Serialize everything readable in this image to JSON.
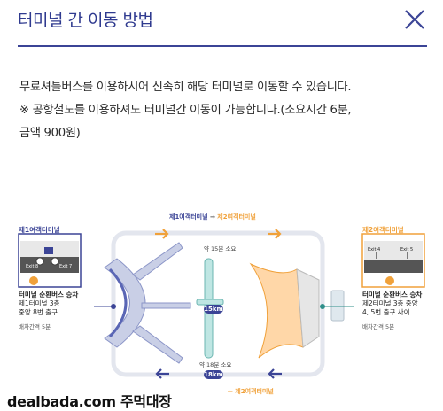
{
  "header": {
    "title": "터미널 간 이동 방법",
    "close_icon": "close-icon"
  },
  "description": {
    "line1": "무료셔틀버스를 이용하시어 신속히 해당 터미널로 이동할 수 있습니다.",
    "line2": "※ 공항철도를 이용하셔도 터미널간 이동이 가능합니다.(소요시간 6분,",
    "line3": "금액 900원)"
  },
  "diagram": {
    "route_top": {
      "from": "제1여객터미널",
      "arrow": "→",
      "to": "제2여객터미널",
      "duration": "약 15분 소요",
      "distance": "15km"
    },
    "route_bottom": {
      "duration": "약 18분 소요",
      "distance": "18km",
      "label": "← 제2여객터미널"
    },
    "t1_panel": {
      "title": "제1여객터미널",
      "exit_a": "Exit 8",
      "exit_b": "Exit 7",
      "bus_heading": "터미널 순환버스 승차",
      "detail1": "제1터미널 3층",
      "detail2": "중앙 8번 출구",
      "interval": "배차간격 5분"
    },
    "t2_panel": {
      "title": "제2여객터미널",
      "exit_a": "Exit 4",
      "exit_b": "Exit 5",
      "bus_heading": "터미널 순환버스 승차",
      "detail1": "제2터미널 3층 중앙",
      "detail2": "4, 5번 출구 사이",
      "interval": "배차간격 5분"
    },
    "colors": {
      "t1": "#3b4496",
      "t2": "#f0a13a",
      "route": "#3b4496"
    }
  },
  "watermark": {
    "text": "dealbada.com 주먹대장"
  }
}
